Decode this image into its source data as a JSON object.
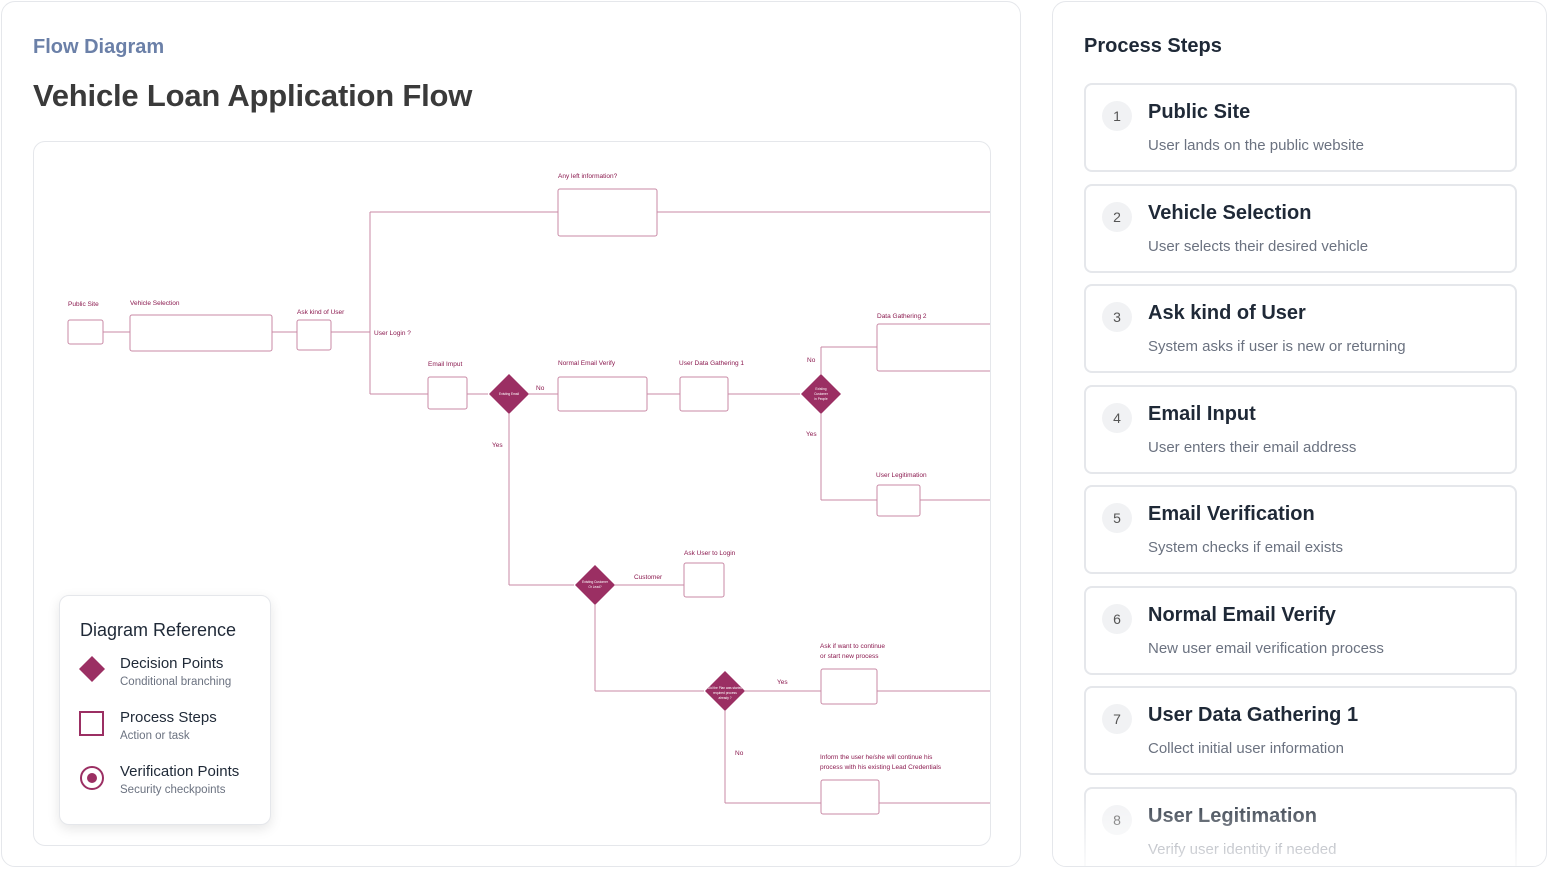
{
  "header": {
    "eyebrow": "Flow Diagram",
    "title": "Vehicle Loan Application Flow"
  },
  "colors": {
    "accent": "#9b2f63",
    "line": "#c98aa6",
    "eyebrow": "#6b80a8"
  },
  "diagram": {
    "labels": {
      "public_site": "Public Site",
      "vehicle_selection": "Vehicle Selection",
      "ask_kind": "Ask kind of User",
      "user_login": "User Login ?",
      "any_left": "Any left information?",
      "email_input": "Email Imput",
      "normal_email": "Normal Email Verify",
      "user_data_1": "User Data Gathering 1",
      "data_gathering_2": "Data Gathering 2",
      "user_legit": "User Legitimation",
      "ask_login": "Ask User to Login",
      "ask_continue_1": "Ask if want to continue",
      "ask_continue_2": "or start new process",
      "inform_1": "Inform the user he/she will continue his",
      "inform_2": "process with his existing Lead Credentials",
      "no_1": "No",
      "yes_1": "Yes",
      "no_2": "No",
      "yes_2": "Yes",
      "customer": "Customer",
      "yes_3": "Yes",
      "no_3": "No"
    },
    "diamond_labels": {
      "d1": "Existing Email",
      "d2a": "Existing",
      "d2b": "Customer",
      "d2c": "in People",
      "d3a": "Existing Customer",
      "d3b": "Or Lead?",
      "d4a": "Did the Plan was started",
      "d4b": "required process",
      "d4c": "already ?"
    }
  },
  "legend": {
    "title": "Diagram Reference",
    "items": [
      {
        "label": "Decision Points",
        "sub": "Conditional branching",
        "icon": "diamond-icon"
      },
      {
        "label": "Process Steps",
        "sub": "Action or task",
        "icon": "square-icon"
      },
      {
        "label": "Verification Points",
        "sub": "Security checkpoints",
        "icon": "target-icon"
      }
    ]
  },
  "steps": {
    "title": "Process Steps",
    "items": [
      {
        "num": "1",
        "title": "Public Site",
        "desc": "User lands on the public website"
      },
      {
        "num": "2",
        "title": "Vehicle Selection",
        "desc": "User selects their desired vehicle"
      },
      {
        "num": "3",
        "title": "Ask kind of User",
        "desc": "System asks if user is new or returning"
      },
      {
        "num": "4",
        "title": "Email Input",
        "desc": "User enters their email address"
      },
      {
        "num": "5",
        "title": "Email Verification",
        "desc": "System checks if email exists"
      },
      {
        "num": "6",
        "title": "Normal Email Verify",
        "desc": "New user email verification process"
      },
      {
        "num": "7",
        "title": "User Data Gathering 1",
        "desc": "Collect initial user information"
      },
      {
        "num": "8",
        "title": "User Legitimation",
        "desc": "Verify user identity if needed"
      }
    ]
  }
}
